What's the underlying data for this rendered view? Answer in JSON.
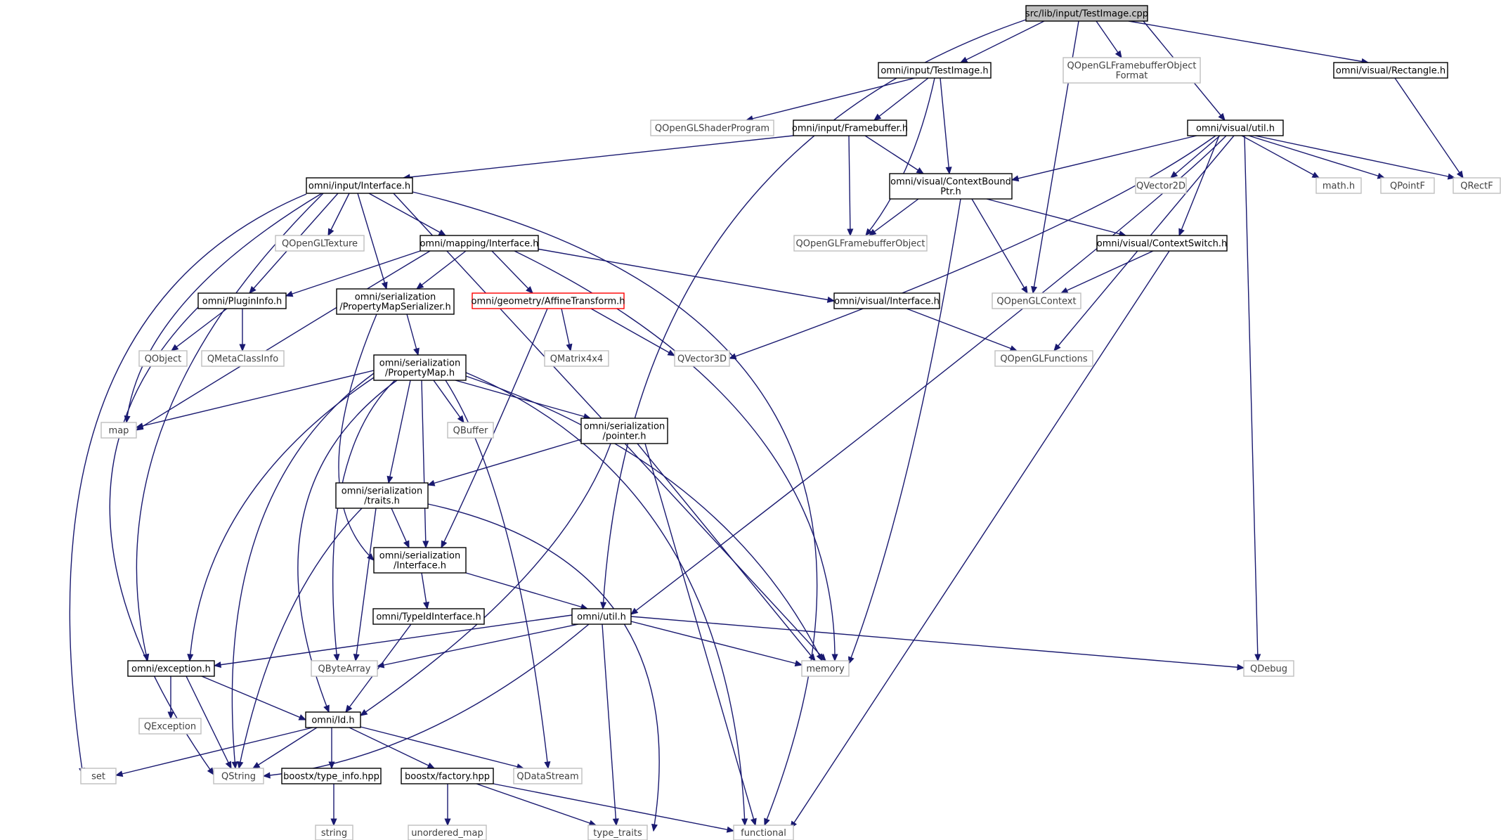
{
  "colors": {
    "edge": "#191970",
    "node_border_header": "#000000",
    "node_border_external": "#bfbfbf",
    "node_border_incomplete": "#ff0000",
    "root_fill": "#bfbfbf",
    "text_header": "#000000",
    "text_external": "#404040"
  },
  "nodes": [
    {
      "id": "root",
      "lines": [
        "src/lib/input/TestImage.cpp"
      ],
      "kind": "root"
    },
    {
      "id": "testimage_h",
      "lines": [
        "omni/input/TestImage.h"
      ],
      "kind": "header"
    },
    {
      "id": "qfbo_format",
      "lines": [
        "QOpenGLFramebufferObject",
        "Format"
      ],
      "kind": "external"
    },
    {
      "id": "rectangle_h",
      "lines": [
        "omni/visual/Rectangle.h"
      ],
      "kind": "header"
    },
    {
      "id": "qshaderprogram",
      "lines": [
        "QOpenGLShaderProgram"
      ],
      "kind": "external"
    },
    {
      "id": "framebuffer_h",
      "lines": [
        "omni/input/Framebuffer.h"
      ],
      "kind": "header"
    },
    {
      "id": "visual_util_h",
      "lines": [
        "omni/visual/util.h"
      ],
      "kind": "header"
    },
    {
      "id": "input_interface_h",
      "lines": [
        "omni/input/Interface.h"
      ],
      "kind": "header"
    },
    {
      "id": "contextboundptr_h",
      "lines": [
        "omni/visual/ContextBound",
        "Ptr.h"
      ],
      "kind": "header"
    },
    {
      "id": "qvector2d",
      "lines": [
        "QVector2D"
      ],
      "kind": "external"
    },
    {
      "id": "math_h",
      "lines": [
        "math.h"
      ],
      "kind": "external"
    },
    {
      "id": "qpointf",
      "lines": [
        "QPointF"
      ],
      "kind": "external"
    },
    {
      "id": "qrectf",
      "lines": [
        "QRectF"
      ],
      "kind": "external"
    },
    {
      "id": "qtexture",
      "lines": [
        "QOpenGLTexture"
      ],
      "kind": "external"
    },
    {
      "id": "mapping_interface_h",
      "lines": [
        "omni/mapping/Interface.h"
      ],
      "kind": "header"
    },
    {
      "id": "qfbo",
      "lines": [
        "QOpenGLFramebufferObject"
      ],
      "kind": "external"
    },
    {
      "id": "contextswitch_h",
      "lines": [
        "omni/visual/ContextSwitch.h"
      ],
      "kind": "header"
    },
    {
      "id": "plugininfo_h",
      "lines": [
        "omni/PluginInfo.h"
      ],
      "kind": "header"
    },
    {
      "id": "propmapserializer_h",
      "lines": [
        "omni/serialization",
        "/PropertyMapSerializer.h"
      ],
      "kind": "header"
    },
    {
      "id": "affinetransform_h",
      "lines": [
        "omni/geometry/AffineTransform.h"
      ],
      "kind": "incomplete"
    },
    {
      "id": "visual_interface_h",
      "lines": [
        "omni/visual/Interface.h"
      ],
      "kind": "header"
    },
    {
      "id": "qopenglcontext",
      "lines": [
        "QOpenGLContext"
      ],
      "kind": "external"
    },
    {
      "id": "qobject",
      "lines": [
        "QObject"
      ],
      "kind": "external"
    },
    {
      "id": "qmetaclassinfo",
      "lines": [
        "QMetaClassInfo"
      ],
      "kind": "external"
    },
    {
      "id": "propertymap_h",
      "lines": [
        "omni/serialization",
        "/PropertyMap.h"
      ],
      "kind": "header"
    },
    {
      "id": "qmatrix4x4",
      "lines": [
        "QMatrix4x4"
      ],
      "kind": "external"
    },
    {
      "id": "qvector3d",
      "lines": [
        "QVector3D"
      ],
      "kind": "external"
    },
    {
      "id": "qopenglfunctions",
      "lines": [
        "QOpenGLFunctions"
      ],
      "kind": "external"
    },
    {
      "id": "map",
      "lines": [
        "map"
      ],
      "kind": "external"
    },
    {
      "id": "qbuffer",
      "lines": [
        "QBuffer"
      ],
      "kind": "external"
    },
    {
      "id": "pointer_h",
      "lines": [
        "omni/serialization",
        "/pointer.h"
      ],
      "kind": "header"
    },
    {
      "id": "traits_h",
      "lines": [
        "omni/serialization",
        "/traits.h"
      ],
      "kind": "header"
    },
    {
      "id": "ser_interface_h",
      "lines": [
        "omni/serialization",
        "/Interface.h"
      ],
      "kind": "header"
    },
    {
      "id": "typeidinterface_h",
      "lines": [
        "omni/TypeIdInterface.h"
      ],
      "kind": "header"
    },
    {
      "id": "omni_util_h",
      "lines": [
        "omni/util.h"
      ],
      "kind": "header"
    },
    {
      "id": "exception_h",
      "lines": [
        "omni/exception.h"
      ],
      "kind": "header"
    },
    {
      "id": "qbytearray",
      "lines": [
        "QByteArray"
      ],
      "kind": "external"
    },
    {
      "id": "memory",
      "lines": [
        "memory"
      ],
      "kind": "external"
    },
    {
      "id": "qdebug",
      "lines": [
        "QDebug"
      ],
      "kind": "external"
    },
    {
      "id": "qexception",
      "lines": [
        "QException"
      ],
      "kind": "external"
    },
    {
      "id": "id_h",
      "lines": [
        "omni/Id.h"
      ],
      "kind": "header"
    },
    {
      "id": "set",
      "lines": [
        "set"
      ],
      "kind": "external"
    },
    {
      "id": "qstring",
      "lines": [
        "QString"
      ],
      "kind": "external"
    },
    {
      "id": "type_info_hpp",
      "lines": [
        "boostx/type_info.hpp"
      ],
      "kind": "header"
    },
    {
      "id": "factory_hpp",
      "lines": [
        "boostx/factory.hpp"
      ],
      "kind": "header"
    },
    {
      "id": "qdatastream",
      "lines": [
        "QDataStream"
      ],
      "kind": "external"
    },
    {
      "id": "string",
      "lines": [
        "string"
      ],
      "kind": "external"
    },
    {
      "id": "unordered_map",
      "lines": [
        "unordered_map"
      ],
      "kind": "external"
    },
    {
      "id": "type_traits",
      "lines": [
        "type_traits"
      ],
      "kind": "external"
    },
    {
      "id": "functional",
      "lines": [
        "functional"
      ],
      "kind": "external"
    }
  ],
  "edges": [
    [
      "root",
      "testimage_h"
    ],
    [
      "root",
      "qfbo_format"
    ],
    [
      "root",
      "rectangle_h"
    ],
    [
      "root",
      "visual_util_h"
    ],
    [
      "root",
      "qopenglcontext"
    ],
    [
      "root",
      "omni_util_h"
    ],
    [
      "testimage_h",
      "qshaderprogram"
    ],
    [
      "testimage_h",
      "framebuffer_h"
    ],
    [
      "testimage_h",
      "contextboundptr_h"
    ],
    [
      "testimage_h",
      "qfbo"
    ],
    [
      "rectangle_h",
      "qrectf"
    ],
    [
      "framebuffer_h",
      "input_interface_h"
    ],
    [
      "framebuffer_h",
      "contextboundptr_h"
    ],
    [
      "framebuffer_h",
      "qfbo"
    ],
    [
      "visual_util_h",
      "contextboundptr_h"
    ],
    [
      "visual_util_h",
      "qvector2d"
    ],
    [
      "visual_util_h",
      "math_h"
    ],
    [
      "visual_util_h",
      "qpointf"
    ],
    [
      "visual_util_h",
      "qrectf"
    ],
    [
      "visual_util_h",
      "contextswitch_h"
    ],
    [
      "visual_util_h",
      "qvector3d"
    ],
    [
      "visual_util_h",
      "qopenglfunctions"
    ],
    [
      "visual_util_h",
      "qdebug"
    ],
    [
      "visual_util_h",
      "omni_util_h"
    ],
    [
      "contextboundptr_h",
      "qfbo"
    ],
    [
      "contextboundptr_h",
      "contextswitch_h"
    ],
    [
      "contextboundptr_h",
      "qopenglcontext"
    ],
    [
      "contextboundptr_h",
      "memory"
    ],
    [
      "contextswitch_h",
      "qopenglcontext"
    ],
    [
      "contextswitch_h",
      "functional"
    ],
    [
      "input_interface_h",
      "qtexture"
    ],
    [
      "input_interface_h",
      "mapping_interface_h"
    ],
    [
      "input_interface_h",
      "plugininfo_h"
    ],
    [
      "input_interface_h",
      "propmapserializer_h"
    ],
    [
      "input_interface_h",
      "map"
    ],
    [
      "input_interface_h",
      "set"
    ],
    [
      "input_interface_h",
      "exception_h"
    ],
    [
      "input_interface_h",
      "memory"
    ],
    [
      "input_interface_h",
      "functional"
    ],
    [
      "mapping_interface_h",
      "plugininfo_h"
    ],
    [
      "mapping_interface_h",
      "propmapserializer_h"
    ],
    [
      "mapping_interface_h",
      "affinetransform_h"
    ],
    [
      "mapping_interface_h",
      "visual_interface_h"
    ],
    [
      "mapping_interface_h",
      "map"
    ],
    [
      "mapping_interface_h",
      "memory"
    ],
    [
      "plugininfo_h",
      "qobject"
    ],
    [
      "plugininfo_h",
      "qmetaclassinfo"
    ],
    [
      "plugininfo_h",
      "qstring"
    ],
    [
      "propmapserializer_h",
      "propertymap_h"
    ],
    [
      "propmapserializer_h",
      "ser_interface_h"
    ],
    [
      "affinetransform_h",
      "qmatrix4x4"
    ],
    [
      "affinetransform_h",
      "qvector3d"
    ],
    [
      "affinetransform_h",
      "ser_interface_h"
    ],
    [
      "visual_interface_h",
      "qopenglfunctions"
    ],
    [
      "propertymap_h",
      "map"
    ],
    [
      "propertymap_h",
      "qbuffer"
    ],
    [
      "propertymap_h",
      "pointer_h"
    ],
    [
      "propertymap_h",
      "traits_h"
    ],
    [
      "propertymap_h",
      "ser_interface_h"
    ],
    [
      "propertymap_h",
      "qbytearray"
    ],
    [
      "propertymap_h",
      "exception_h"
    ],
    [
      "propertymap_h",
      "id_h"
    ],
    [
      "propertymap_h",
      "qstring"
    ],
    [
      "propertymap_h",
      "qdatastream"
    ],
    [
      "propertymap_h",
      "memory"
    ],
    [
      "propertymap_h",
      "functional"
    ],
    [
      "pointer_h",
      "traits_h"
    ],
    [
      "pointer_h",
      "id_h"
    ],
    [
      "pointer_h",
      "memory"
    ],
    [
      "pointer_h",
      "functional"
    ],
    [
      "traits_h",
      "ser_interface_h"
    ],
    [
      "traits_h",
      "qbytearray"
    ],
    [
      "traits_h",
      "qstring"
    ],
    [
      "traits_h",
      "type_traits"
    ],
    [
      "ser_interface_h",
      "typeidinterface_h"
    ],
    [
      "ser_interface_h",
      "omni_util_h"
    ],
    [
      "typeidinterface_h",
      "id_h"
    ],
    [
      "omni_util_h",
      "exception_h"
    ],
    [
      "omni_util_h",
      "qbytearray"
    ],
    [
      "omni_util_h",
      "memory"
    ],
    [
      "omni_util_h",
      "qdebug"
    ],
    [
      "omni_util_h",
      "qstring"
    ],
    [
      "omni_util_h",
      "type_traits"
    ],
    [
      "exception_h",
      "qexception"
    ],
    [
      "exception_h",
      "id_h"
    ],
    [
      "exception_h",
      "qstring"
    ],
    [
      "id_h",
      "set"
    ],
    [
      "id_h",
      "qstring"
    ],
    [
      "id_h",
      "type_info_hpp"
    ],
    [
      "id_h",
      "factory_hpp"
    ],
    [
      "id_h",
      "qdatastream"
    ],
    [
      "type_info_hpp",
      "string"
    ],
    [
      "factory_hpp",
      "unordered_map"
    ],
    [
      "factory_hpp",
      "type_traits"
    ],
    [
      "factory_hpp",
      "functional"
    ]
  ]
}
